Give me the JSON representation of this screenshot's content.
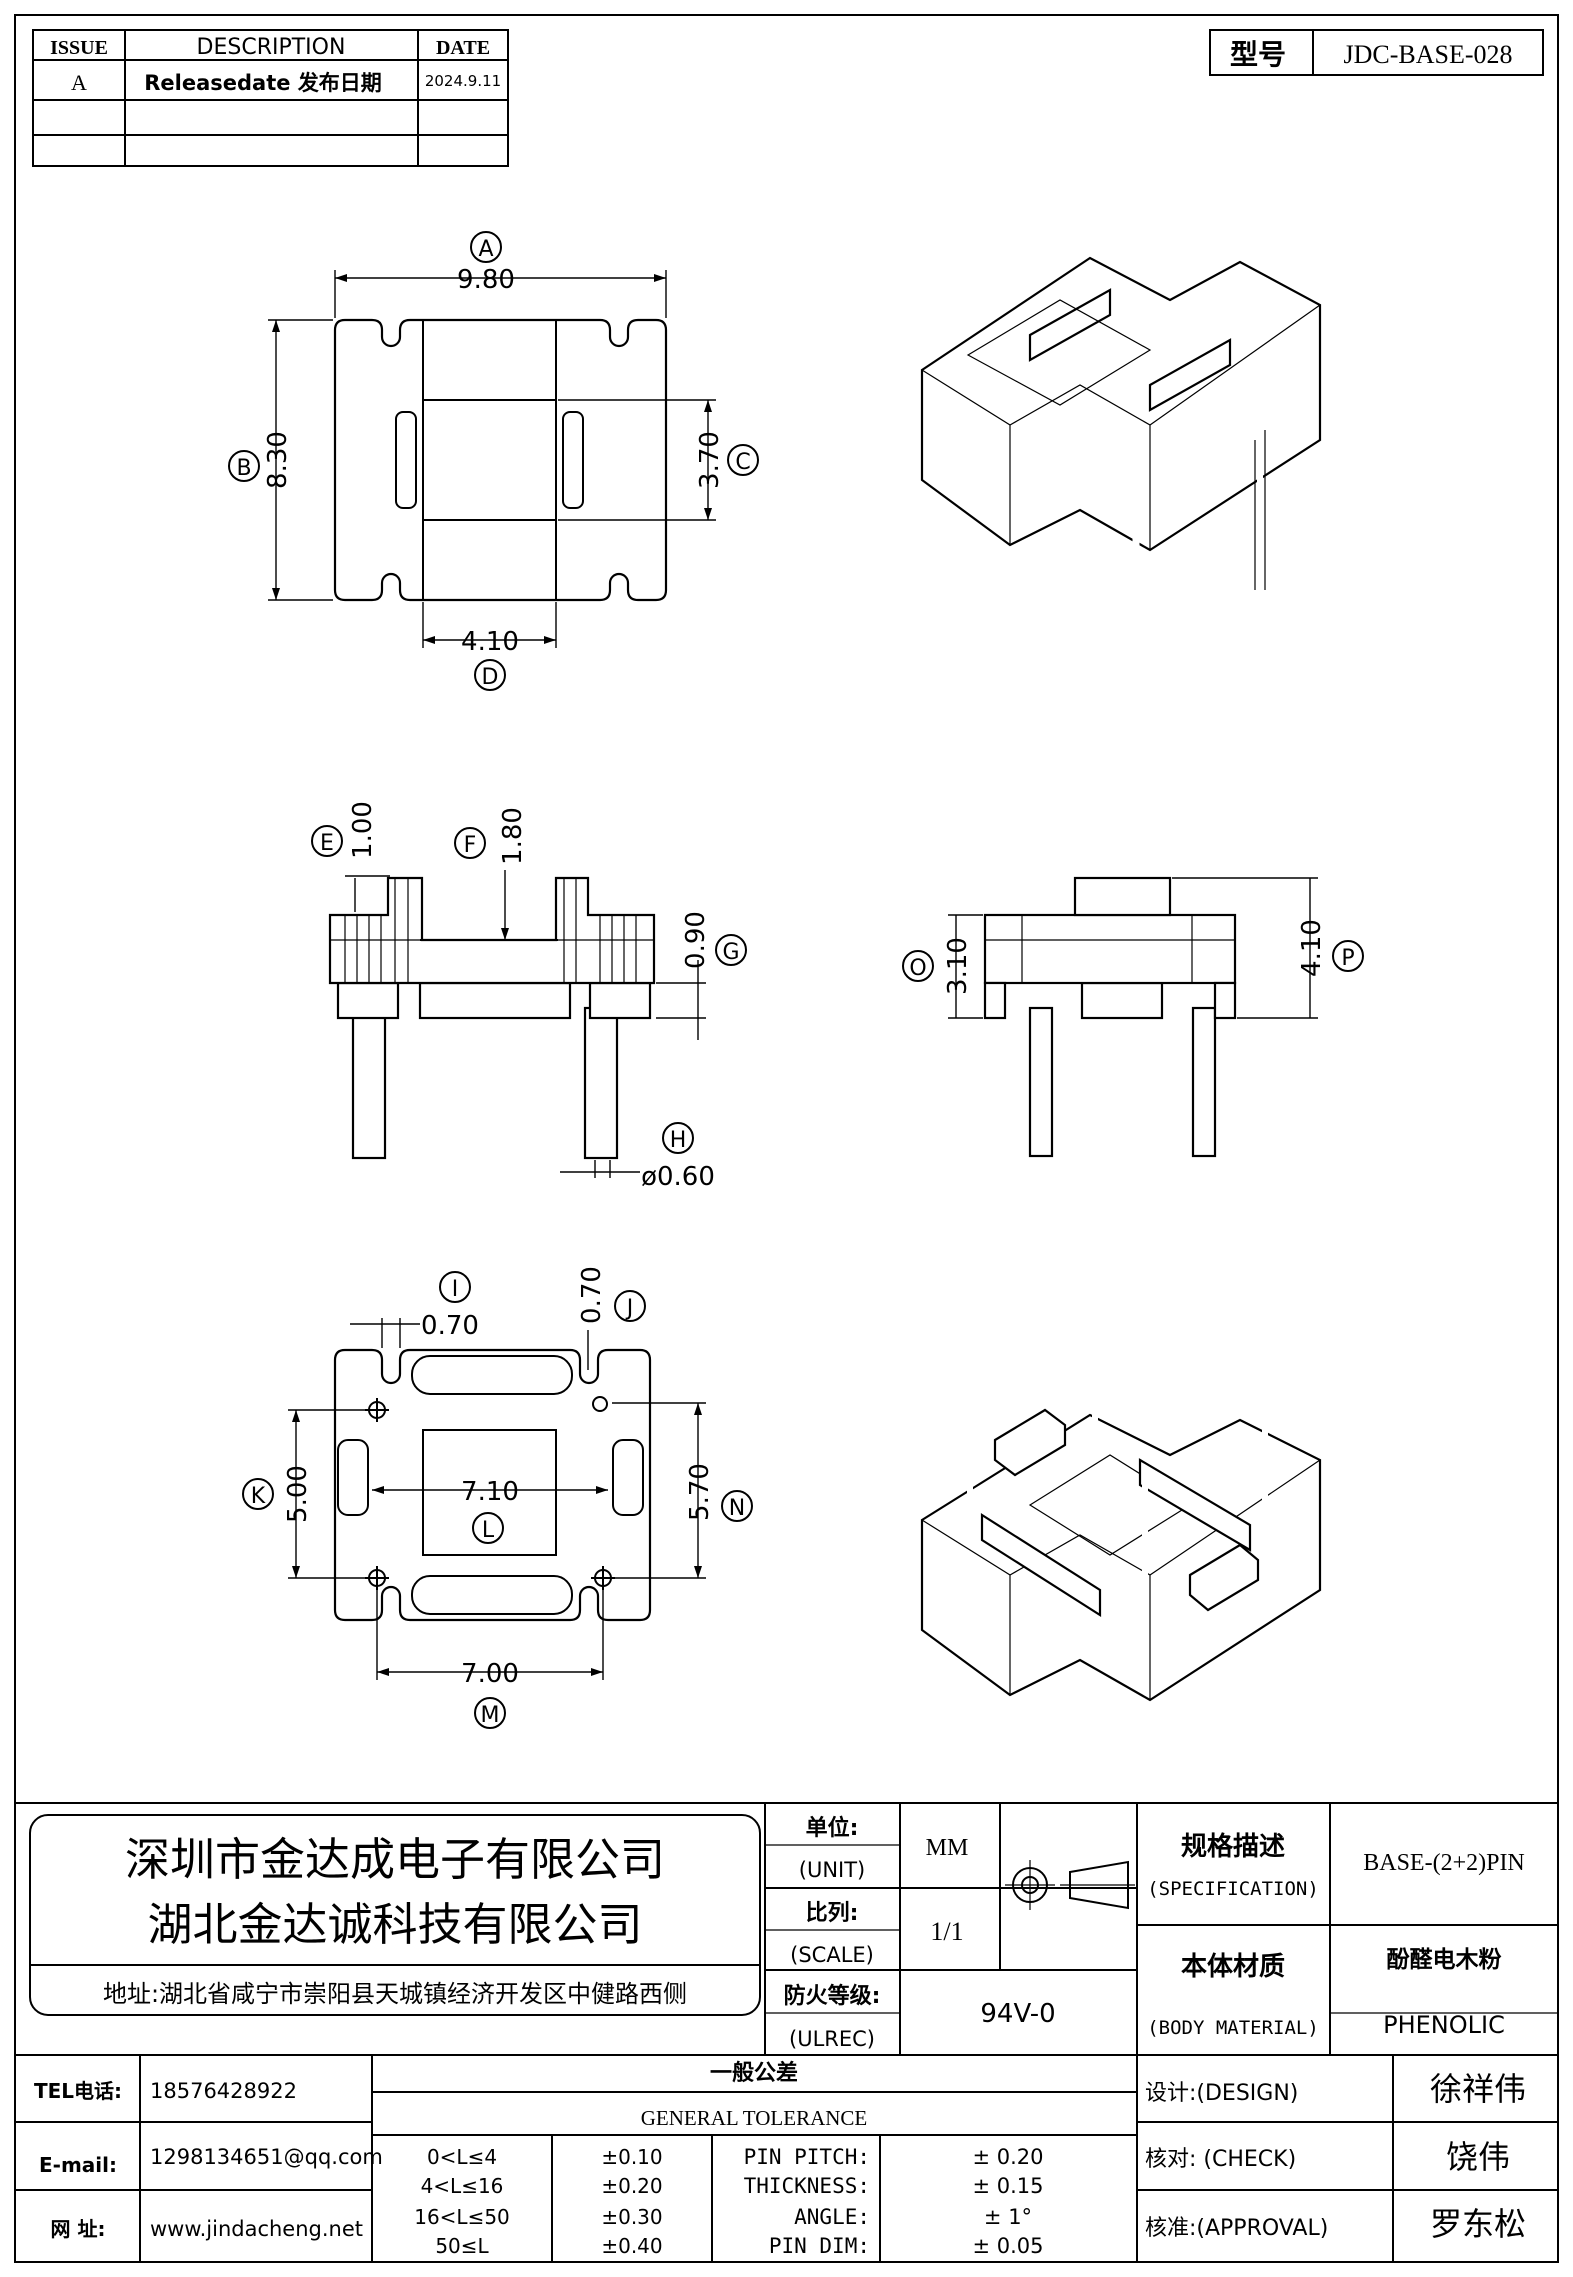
{
  "part_number": {
    "label": "型号",
    "value": "JDC-BASE-028"
  },
  "revision_table": {
    "headers": [
      "ISSUE",
      "DESCRIPTION",
      "DATE"
    ],
    "rows": [
      [
        "A",
        "Releasedate 发布日期",
        "2024.9.11"
      ],
      [
        "",
        "",
        ""
      ],
      [
        "",
        "",
        ""
      ]
    ]
  },
  "top_view": {
    "dims": [
      {
        "tag": "A",
        "value": "9.80"
      },
      {
        "tag": "B",
        "value": "8.30"
      },
      {
        "tag": "C",
        "value": "3.70"
      },
      {
        "tag": "D",
        "value": "4.10"
      }
    ]
  },
  "side_view": {
    "dims": [
      {
        "tag": "E",
        "value": "1.00"
      },
      {
        "tag": "F",
        "value": "1.80"
      },
      {
        "tag": "G",
        "value": "0.90"
      },
      {
        "tag": "H",
        "value": "ø0.60"
      }
    ]
  },
  "end_view": {
    "dims": [
      {
        "tag": "O",
        "value": "3.10"
      },
      {
        "tag": "P",
        "value": "4.10"
      }
    ]
  },
  "bottom_view": {
    "dims": [
      {
        "tag": "I",
        "value": "0.70"
      },
      {
        "tag": "J",
        "value": "0.70"
      },
      {
        "tag": "K",
        "value": "5.00"
      },
      {
        "tag": "L",
        "value": "7.10"
      },
      {
        "tag": "M",
        "value": "7.00"
      },
      {
        "tag": "N",
        "value": "5.70"
      }
    ]
  },
  "company": {
    "name_1": "深圳市金达成电子有限公司",
    "name_2": "湖北金达诚科技有限公司",
    "address": "地址:湖北省咸宁市崇阳县天城镇经济开发区中健路西侧"
  },
  "specs": {
    "unit_label_cn": "单位:",
    "unit_label_en": "(UNIT)",
    "unit_value": "MM",
    "scale_label_cn": "比列:",
    "scale_label_en": "(SCALE)",
    "scale_value": "1/1",
    "fire_label_cn": "防火等级:",
    "fire_label_en": "(ULREC)",
    "fire_value": "94V-0",
    "spec_label_cn": "规格描述",
    "spec_label_en": "(SPECIFICATION)",
    "spec_value": "BASE-(2+2)PIN",
    "material_label_cn": "本体材质",
    "material_label_en": "(BODY MATERIAL)",
    "material_value_cn": "酚醛电木粉",
    "material_value_en": "PHENOLIC"
  },
  "contact": {
    "tel_label": "TEL电话:",
    "tel": "18576428922",
    "email_label": "E-mail:",
    "email": "1298134651@qq.com",
    "web_label": "网  址:",
    "web": "www.jindacheng.net"
  },
  "tolerance": {
    "title_cn": "一般公差",
    "title_en": "GENERAL TOLERANCE",
    "ranges": [
      {
        "range": "0<L≤4",
        "tol": "±0.10"
      },
      {
        "range": "4<L≤16",
        "tol": "±0.20"
      },
      {
        "range": "16<L≤50",
        "tol": "±0.30"
      },
      {
        "range": "50≤L",
        "tol": "±0.40"
      }
    ],
    "items": [
      {
        "name": "PIN PITCH:",
        "tol": "± 0.20"
      },
      {
        "name": "THICKNESS:",
        "tol": "± 0.15"
      },
      {
        "name": "ANGLE:",
        "tol": "± 1°"
      },
      {
        "name": "PIN DIM:",
        "tol": "± 0.05"
      }
    ]
  },
  "approvals": [
    {
      "label": "设计:(DESIGN)",
      "name": "徐祥伟"
    },
    {
      "label": "核对: (CHECK)",
      "name": "饶伟"
    },
    {
      "label": "核准:(APPROVAL)",
      "name": "罗东松"
    }
  ]
}
